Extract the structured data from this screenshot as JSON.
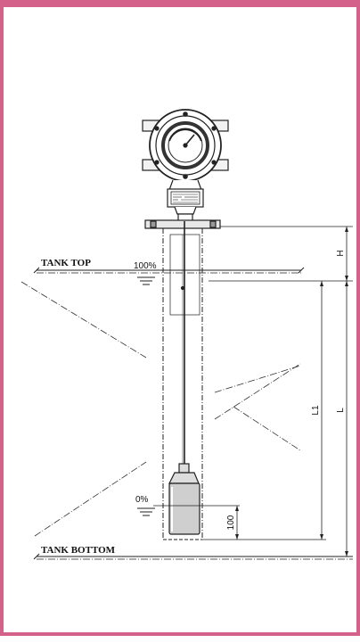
{
  "diagram": {
    "labels": {
      "tank_top": "TANK TOP",
      "tank_bottom": "TANK BOTTOM",
      "level_100": "100%",
      "level_0": "0%",
      "dim_100": "100",
      "dim_h": "H",
      "dim_l1": "L1",
      "dim_l": "L"
    }
  }
}
